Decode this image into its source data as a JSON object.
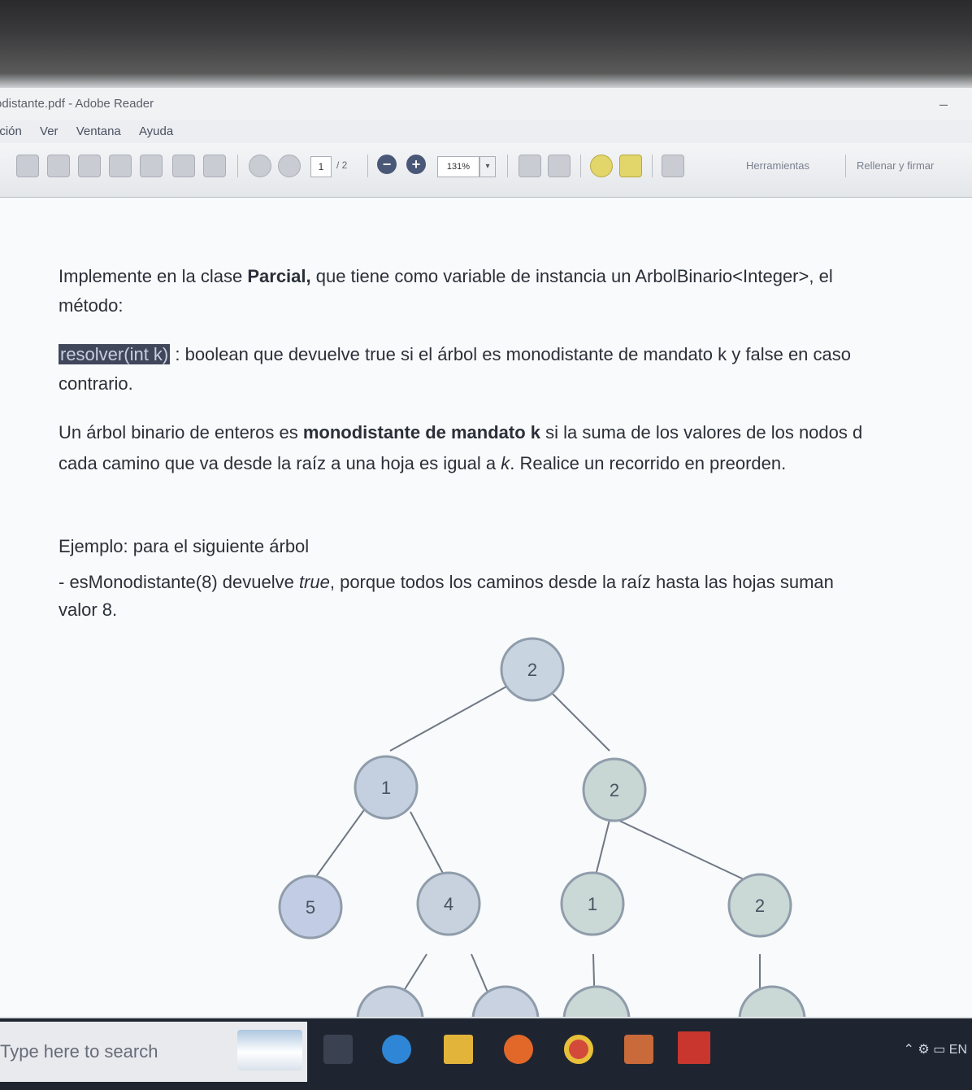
{
  "window": {
    "title": "odistante.pdf - Adobe Reader"
  },
  "menu": {
    "items": [
      "ición",
      "Ver",
      "Ventana",
      "Ayuda"
    ]
  },
  "toolbar": {
    "page_current": "1",
    "page_total": "/ 2",
    "zoom": "131%",
    "tools_label": "Herramientas",
    "fill_sign_label": "Rellenar y firmar"
  },
  "document": {
    "p1_prefix": "Implemente en la clase ",
    "p1_class": "Parcial,",
    "p1_rest": "  que tiene como variable de instancia un ArbolBinario<Integer>, el",
    "p1_line2": "método:",
    "p2_method": "resolver(int k)",
    "p2_rest": " : boolean que devuelve true si el árbol es monodistante de mandato k y false en caso",
    "p2_line2": "contrario.",
    "p3_a": "Un árbol binario de enteros es ",
    "p3_bold": "monodistante de mandato k",
    "p3_b": " si la suma de los valores de los nodos d",
    "p3_line2_a": "cada camino que va desde la raíz a una hoja es igual a ",
    "p3_line2_k": "k",
    "p3_line2_b": ". Realice un recorrido en preorden.",
    "example_title": "Ejemplo: para el siguiente árbol",
    "example_line_a": "- esMonodistante(8) devuelve ",
    "example_true": "true",
    "example_line_b": ", porque todos los caminos desde la raíz hasta las hojas suman",
    "example_line2": "valor 8."
  },
  "tree": {
    "nodes": [
      {
        "id": "n0",
        "value": "2"
      },
      {
        "id": "n1",
        "value": "1"
      },
      {
        "id": "n2",
        "value": "2"
      },
      {
        "id": "n3",
        "value": "5"
      },
      {
        "id": "n4",
        "value": "4"
      },
      {
        "id": "n5",
        "value": "1"
      },
      {
        "id": "n6",
        "value": "2"
      }
    ]
  },
  "taskbar": {
    "search_placeholder": "Type here to search",
    "tray_lang": "EN"
  },
  "colors": {
    "node_fill": "#c8d4e0",
    "node_stroke": "#8f9caa",
    "highlight": "#40475a"
  }
}
